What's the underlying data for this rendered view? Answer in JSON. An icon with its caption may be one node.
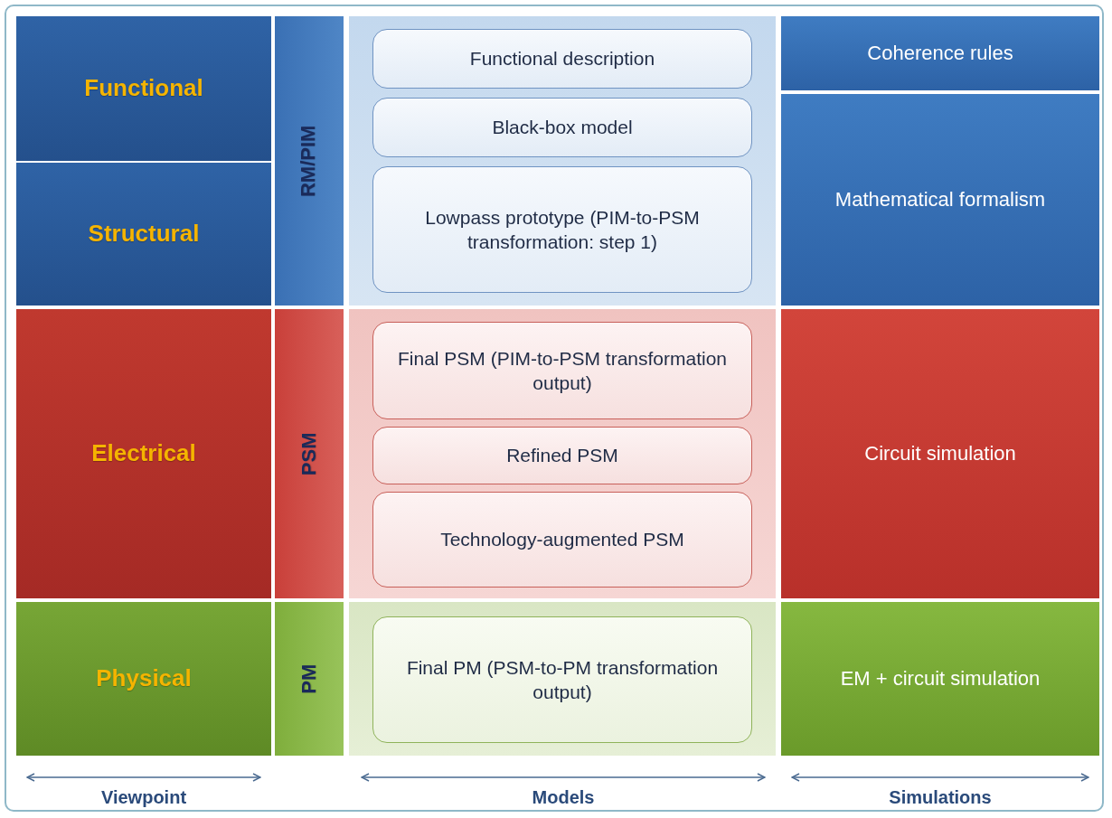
{
  "diagram": {
    "nodes": [
      {
        "text": [
          "Functional"
        ]
      },
      {
        "text": [
          "RM/PIM"
        ]
      },
      {
        "text": [],
        "shape": "box"
      },
      {
        "text": [
          "Functional description"
        ],
        "in": 2
      },
      {
        "text": [
          "Black-box model"
        ],
        "in": 2
      },
      {
        "text": [
          "Lowpass prototype (PIM-to-PSM transformation: step 1)"
        ],
        "in": 2
      },
      {
        "text": [
          "Coherence rules"
        ]
      },
      {
        "text": [
          "Structural"
        ]
      },
      {
        "text": [
          "Mathematical formalism"
        ]
      },
      {
        "text": [
          "Electrical"
        ]
      },
      {
        "text": [
          "PSM"
        ]
      },
      {
        "text": [],
        "shape": "box"
      },
      {
        "text": [
          "Final PSM (PIM-to-PSM transformation output)"
        ],
        "in": 11
      },
      {
        "text": [
          "Refined PSM"
        ],
        "in": 11
      },
      {
        "text": [
          "Technology-augmented PSM"
        ],
        "in": 11
      },
      {
        "text": [
          "Circuit simulation"
        ]
      },
      {
        "text": [
          "Physical"
        ]
      },
      {
        "text": [
          "PM"
        ]
      },
      {
        "text": [],
        "shape": "box"
      },
      {
        "text": [
          "Final PM (PSM-to-PM transformation output)"
        ],
        "in": 18
      },
      {
        "text": [
          "EM + circuit simulation"
        ]
      }
    ],
    "edges": [],
    "labels": [
      "Viewpoint",
      "Models",
      "Simulations"
    ]
  }
}
